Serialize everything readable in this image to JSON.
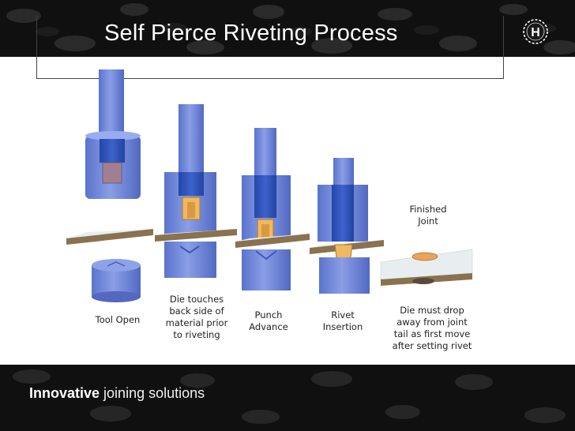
{
  "slide": {
    "title": "Self Pierce Riveting Process",
    "brand_strong": "Innovative",
    "brand_rest": "joining solutions",
    "logo_letter": "H"
  },
  "steps": [
    {
      "lines": [
        "Tool Open"
      ]
    },
    {
      "lines": [
        "Die touches",
        "back side of",
        "material prior",
        "to riveting"
      ]
    },
    {
      "lines": [
        "Punch",
        "Advance"
      ]
    },
    {
      "lines": [
        "Rivet",
        "Insertion"
      ]
    },
    {
      "lines": [
        "Die must drop",
        "away from joint",
        "tail as first move",
        "after setting rivet"
      ]
    }
  ],
  "finished": {
    "lines": [
      "Finished",
      "Joint"
    ]
  },
  "colors": {
    "tool_blue": "#6f86d6",
    "tool_dark": "#2f4fb0",
    "rivet_gold": "#f0b860",
    "sheet_top": "#e8eef0",
    "sheet_layer": "#8a7250",
    "band": "#101010"
  }
}
